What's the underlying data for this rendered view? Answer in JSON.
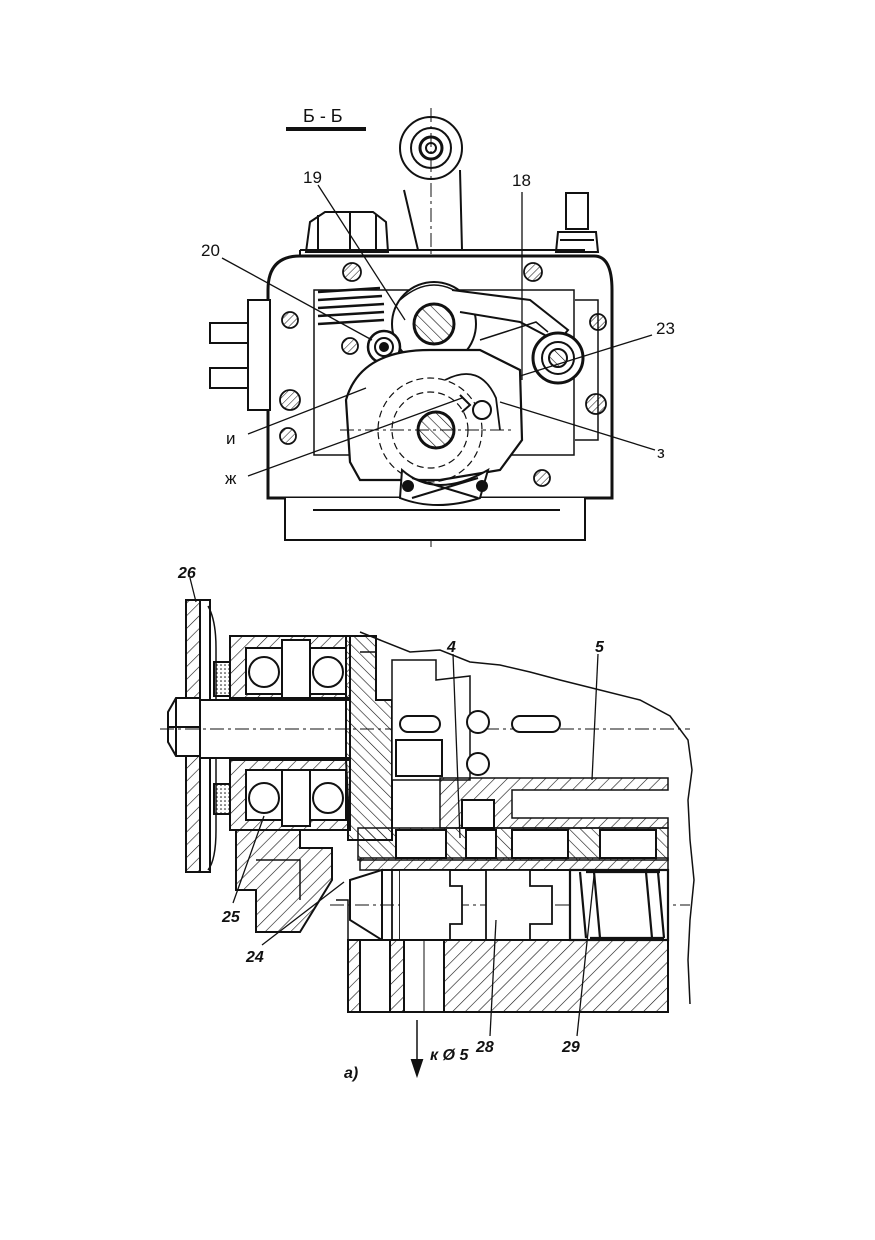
{
  "section_title": "Б - Б",
  "top_labels": {
    "l19": "19",
    "l18": "18",
    "l20": "20",
    "l23": "23",
    "li": "и",
    "lzh": "ж",
    "lz": "з"
  },
  "bottom_labels": {
    "l26": "26",
    "l4": "4",
    "l5": "5",
    "l25": "25",
    "l24": "24",
    "l28": "28",
    "l29": "29",
    "arrow": "к Ø 5",
    "caption": "а)"
  },
  "colors": {
    "ink": "#111111",
    "paper": "#ffffff"
  }
}
